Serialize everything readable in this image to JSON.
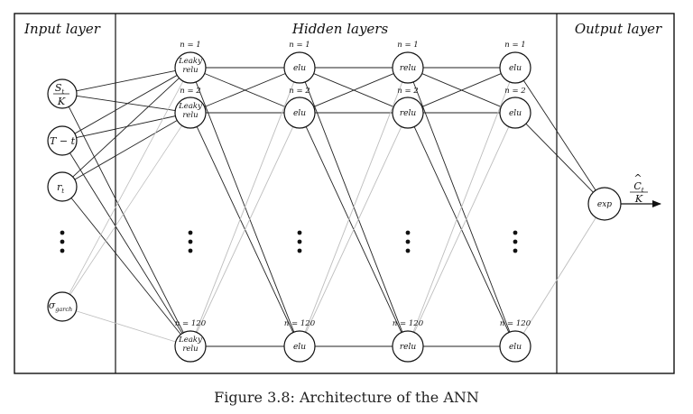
{
  "headers": {
    "input": "Input layer",
    "hidden": "Hidden layers",
    "output": "Output layer"
  },
  "inputs": {
    "s_over_k_num": "S",
    "s_over_k_sub": "t",
    "s_over_k_den": "K",
    "ttm": "T − t",
    "rate": "r",
    "rate_sub": "t",
    "garch": "σ",
    "garch_sub": "garch"
  },
  "layers": [
    {
      "nodes": [
        "Leaky relu",
        "Leaky relu",
        "Leaky relu"
      ],
      "labels": [
        "n = 1",
        "n = 2",
        "n = 120"
      ]
    },
    {
      "nodes": [
        "elu",
        "elu",
        "elu"
      ],
      "labels": [
        "n = 1",
        "n = 2",
        "n = 120"
      ]
    },
    {
      "nodes": [
        "relu",
        "relu",
        "relu"
      ],
      "labels": [
        "n = 1",
        "n = 2",
        "n = 120"
      ]
    },
    {
      "nodes": [
        "elu",
        "elu",
        "elu"
      ],
      "labels": [
        "n = 1",
        "n = 2",
        "n = 120"
      ]
    }
  ],
  "output": {
    "activation": "exp",
    "label_num": "C",
    "label_sub": "t",
    "label_den": "K"
  },
  "caption": "Figure 3.8: Architecture of the ANN"
}
